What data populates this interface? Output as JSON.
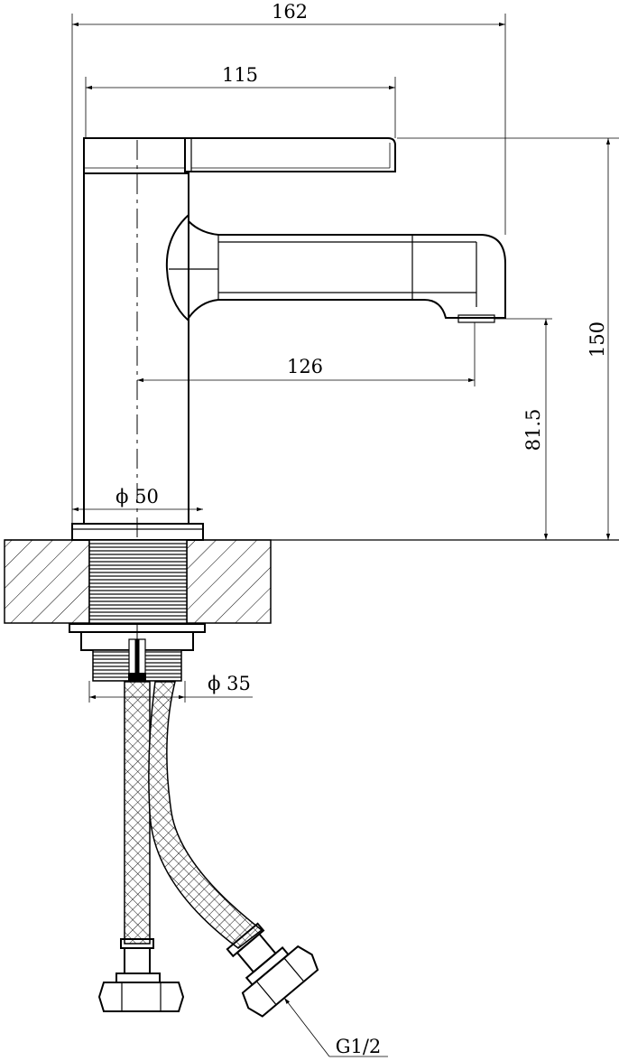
{
  "drawing": {
    "dimensions": {
      "overall_width": "162",
      "handle_length": "115",
      "spout_reach": "126",
      "base_diameter": "ϕ 50",
      "shank_diameter": "ϕ 35",
      "overall_height": "150",
      "spout_height": "81.5",
      "hose_thread": "G1/2"
    }
  }
}
